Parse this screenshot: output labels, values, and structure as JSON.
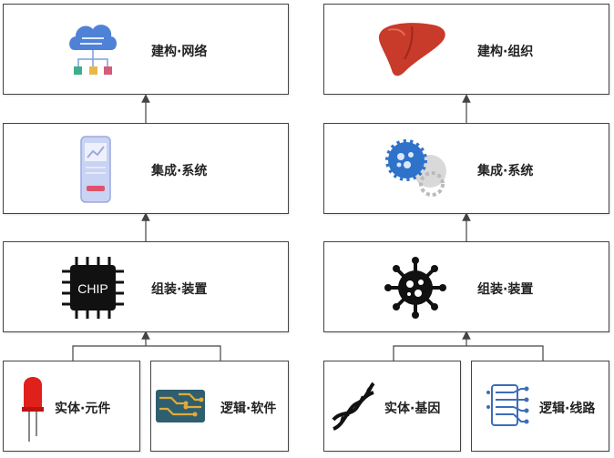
{
  "left": {
    "network": "建构·网络",
    "system": "集成·系统",
    "device": "组装·装置",
    "component": "实体·元件",
    "software": "逻辑·软件",
    "chip_text": "CHIP"
  },
  "right": {
    "tissue": "建构·组织",
    "system": "集成·系统",
    "device": "组装·装置",
    "gene": "实体·基因",
    "circuit": "逻辑·线路"
  }
}
